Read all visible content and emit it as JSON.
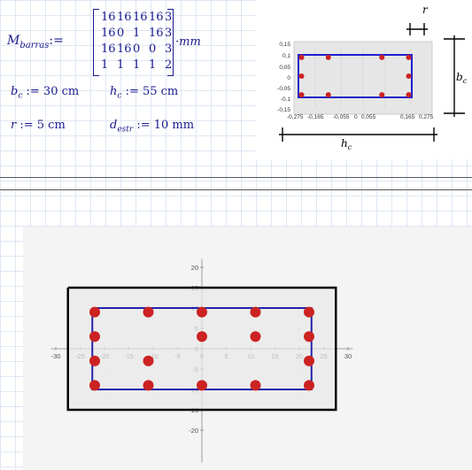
{
  "matrix": {
    "name_main": "M",
    "name_sub": "barras",
    "assign": ":=",
    "rows": [
      [
        "16",
        "16",
        "16",
        "16",
        "3"
      ],
      [
        "16",
        "0",
        "1",
        "16",
        "3"
      ],
      [
        "16",
        "16",
        "0",
        "0",
        "3"
      ],
      [
        "1",
        "1",
        "1",
        "1",
        "2"
      ]
    ],
    "unit": "·mm"
  },
  "params": {
    "bc": {
      "name": "b",
      "sub": "c",
      "value": ":= 30 cm"
    },
    "hc": {
      "name": "h",
      "sub": "c",
      "value": ":= 55 cm"
    },
    "r": {
      "name": "r",
      "sub": "",
      "value": ":= 5 cm"
    },
    "destr": {
      "name": "d",
      "sub": "estr",
      "value": ":= 10 mm"
    }
  },
  "thumbnail": {
    "yticks": [
      "0,15",
      "0,1",
      "0,05",
      "0",
      "-0,05",
      "-0,1",
      "-0,15"
    ],
    "xticks": [
      "-0,275",
      "-0,165",
      "-0,055",
      "0",
      "0,055",
      "0,165",
      "0,275"
    ],
    "dim_r": "r",
    "dim_bc": "b",
    "dim_bc_sub": "c",
    "dim_hc": "h",
    "dim_hc_sub": "c"
  },
  "main_plot": {
    "xticks": [
      "-30",
      "-25",
      "-20",
      "-15",
      "-10",
      "-5",
      "0",
      "5",
      "10",
      "15",
      "20",
      "25",
      "30"
    ],
    "yticks": [
      "20",
      "15",
      "10",
      "5",
      "0",
      "-5",
      "-10",
      "-15",
      "-20"
    ]
  },
  "chart_data": {
    "type": "scatter",
    "xlim": [
      -35,
      35
    ],
    "ylim": [
      -22,
      22
    ],
    "section_outline": {
      "x": [
        -27.5,
        27.5,
        27.5,
        -27.5,
        -27.5
      ],
      "y": [
        15,
        15,
        -15,
        -15,
        15
      ]
    },
    "stirrup": {
      "x": [
        -22.5,
        22.5,
        22.5,
        -22.5,
        -22.5
      ],
      "y": [
        10,
        10,
        -10,
        -10,
        10
      ]
    },
    "bars": {
      "x": [
        -22,
        -11,
        0,
        11,
        22,
        -22,
        0,
        11,
        22,
        -22,
        -11,
        22,
        -22,
        -11,
        0,
        11,
        22
      ],
      "y": [
        9,
        9,
        9,
        9,
        9,
        3,
        3,
        3,
        3,
        -3,
        -3,
        -3,
        -9,
        -9,
        -9,
        -9,
        -9
      ]
    },
    "grid": true,
    "colors": {
      "outline": "#000000",
      "stirrup": "#2222aa",
      "bars": "#cc2222",
      "fill": "#e8e8e8"
    }
  }
}
